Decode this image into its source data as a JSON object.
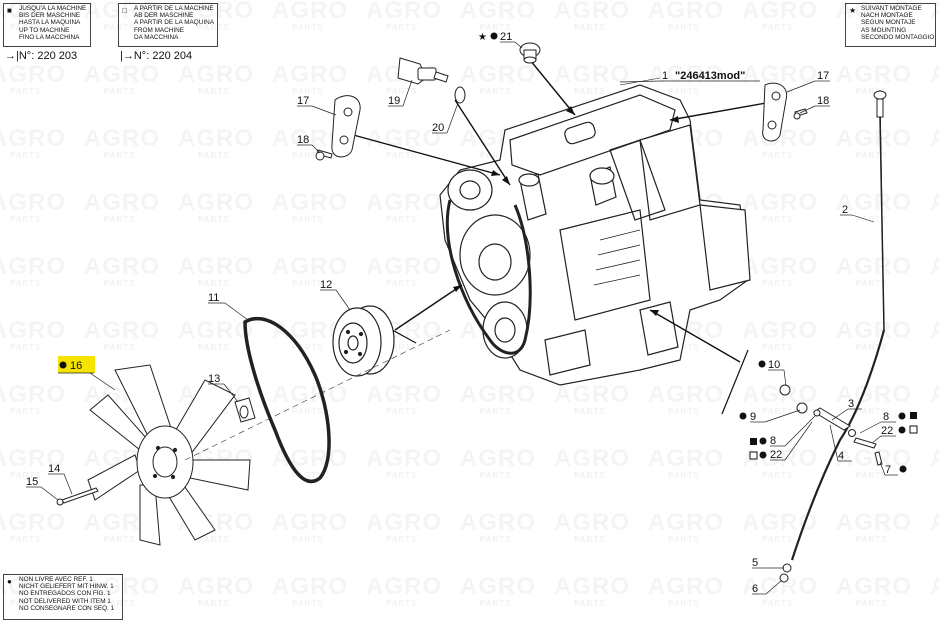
{
  "legend_top_left_1": {
    "lines": [
      "JUSQU'A LA MACHINE",
      "BIS DER MASCHINE",
      "HASTA LA MAQUINA",
      "UP TO MACHINE",
      "FINO LA MACCHINA"
    ],
    "serial": "220 203"
  },
  "legend_top_left_2": {
    "lines": [
      "A PARTIR DE LA MACHINE",
      "AB DER MASCHINE",
      "A PARTIR DE LA MAQUINA",
      "FROM MACHINE",
      "DA MACCHINA"
    ],
    "serial": "220 204"
  },
  "legend_top_right": {
    "symbol": "★",
    "lines": [
      "SUIVANT MONTAGE",
      "NACH MONTAGE",
      "SEGUN MONTAJE",
      "AS MOUNTING",
      "SECONDO MONTAGGIO"
    ]
  },
  "legend_bottom_left": {
    "symbol": "●",
    "lines": [
      "NON LIVRE AVEC REF. 1",
      "NICHT GELIEFERT MIT HINW. 1",
      "NO ENTREGADOS CON FIG. 1",
      "NOT DELIVERED WITH ITEM 1",
      "NO CONSEGNARE CON SEQ. 1"
    ]
  },
  "watermark": {
    "brand": "AGRO",
    "sub": "PARTS"
  },
  "engine_code": "\"246413mod\"",
  "callouts": [
    {
      "id": "c1",
      "label": "1"
    },
    {
      "id": "c2",
      "label": "2"
    },
    {
      "id": "c3",
      "label": "3"
    },
    {
      "id": "c4",
      "label": "4"
    },
    {
      "id": "c5",
      "label": "5"
    },
    {
      "id": "c6",
      "label": "6"
    },
    {
      "id": "c7",
      "label": "7"
    },
    {
      "id": "c8a",
      "label": "8"
    },
    {
      "id": "c8b",
      "label": "8"
    },
    {
      "id": "c9",
      "label": "9"
    },
    {
      "id": "c10",
      "label": "10"
    },
    {
      "id": "c11",
      "label": "11"
    },
    {
      "id": "c12",
      "label": "12"
    },
    {
      "id": "c13",
      "label": "13"
    },
    {
      "id": "c14",
      "label": "14"
    },
    {
      "id": "c15",
      "label": "15"
    },
    {
      "id": "c16",
      "label": "16"
    },
    {
      "id": "c17a",
      "label": "17"
    },
    {
      "id": "c17b",
      "label": "17"
    },
    {
      "id": "c18a",
      "label": "18"
    },
    {
      "id": "c18b",
      "label": "18"
    },
    {
      "id": "c19",
      "label": "19"
    },
    {
      "id": "c20",
      "label": "20"
    },
    {
      "id": "c21",
      "label": "21"
    },
    {
      "id": "c22a",
      "label": "22"
    },
    {
      "id": "c22b",
      "label": "22"
    }
  ],
  "highlight_color": "#f5e400"
}
